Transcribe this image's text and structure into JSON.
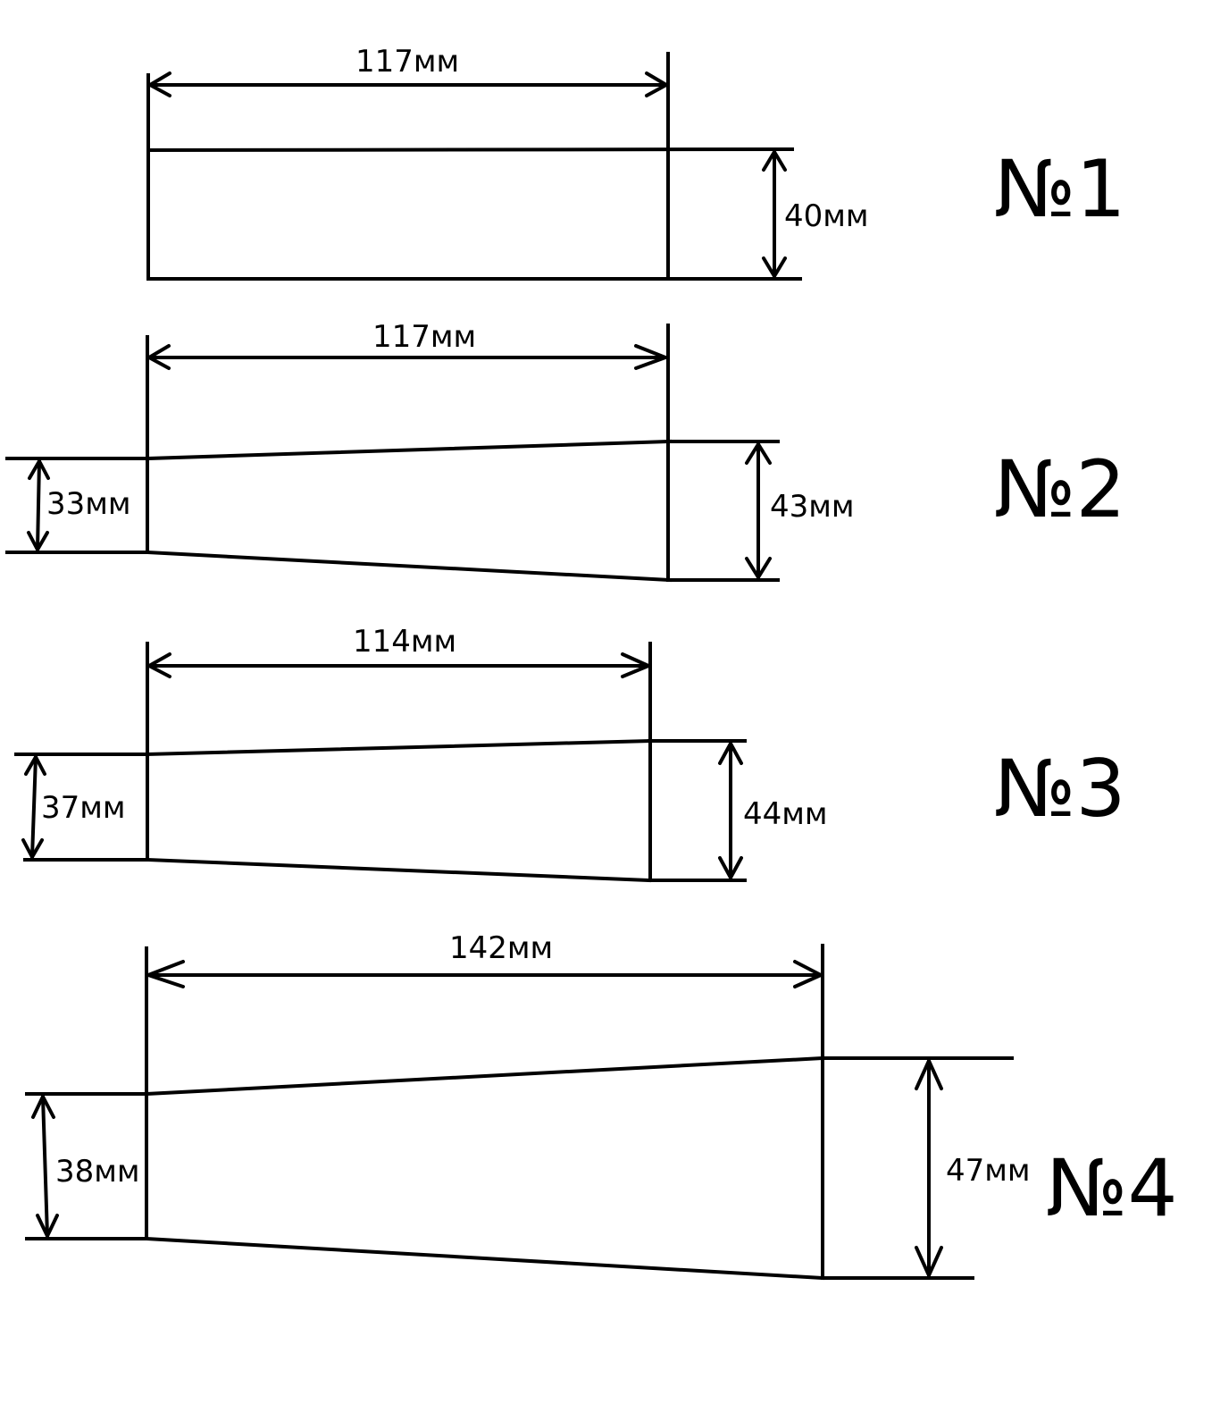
{
  "figures": [
    {
      "number": "№1",
      "width": "117мм",
      "height": "40мм"
    },
    {
      "number": "№2",
      "width": "117мм",
      "left_height": "33мм",
      "right_height": "43мм"
    },
    {
      "number": "№3",
      "width": "114мм",
      "left_height": "37мм",
      "right_height": "44мм"
    },
    {
      "number": "№4",
      "width": "142мм",
      "left_height": "38мм",
      "right_height": "47мм"
    }
  ]
}
